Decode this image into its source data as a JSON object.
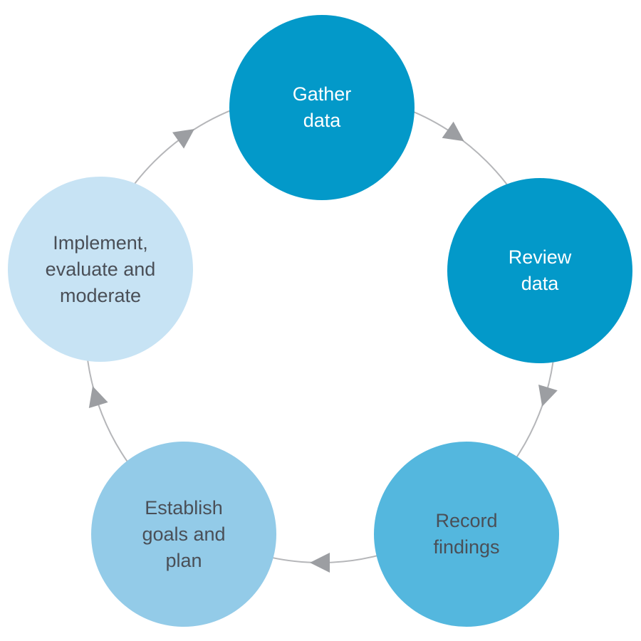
{
  "diagram": {
    "type": "cycle",
    "steps": [
      {
        "id": "gather",
        "label": "Gather\ndata",
        "color": "#0399c9",
        "text_color": "#ffffff"
      },
      {
        "id": "review",
        "label": "Review\ndata",
        "color": "#0399c9",
        "text_color": "#ffffff"
      },
      {
        "id": "record",
        "label": "Record\nfindings",
        "color": "#54b7de",
        "text_color": "#4a4f57"
      },
      {
        "id": "establish",
        "label": "Establish\ngoals and\nplan",
        "color": "#93cbe8",
        "text_color": "#4a4f57"
      },
      {
        "id": "implement",
        "label": "Implement,\nevaluate and\nmoderate",
        "color": "#c7e3f4",
        "text_color": "#4a4f57"
      }
    ],
    "flow_direction": "clockwise",
    "connector_color": "#b5b6b9",
    "arrow_color": "#9c9ea2"
  }
}
